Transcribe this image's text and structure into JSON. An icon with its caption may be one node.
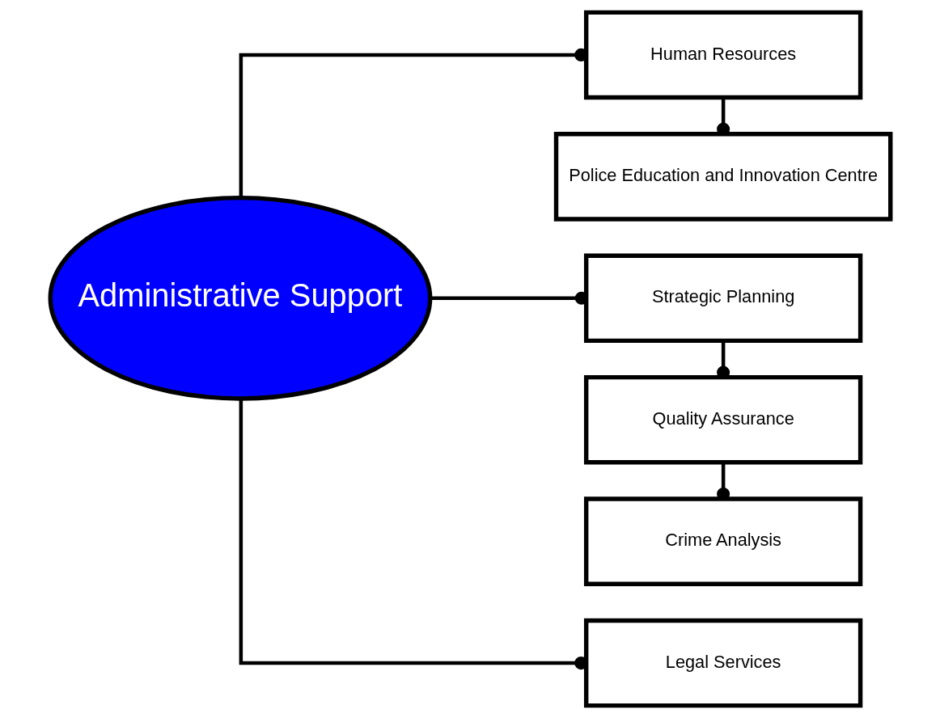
{
  "diagram": {
    "nodes": [
      {
        "text": [
          "Administrative Support"
        ]
      },
      {
        "text": [
          "Human Resources"
        ]
      },
      {
        "text": [
          "Police Education and Innovation Centre"
        ]
      },
      {
        "text": [
          "Strategic Planning"
        ]
      },
      {
        "text": [
          "Quality Assurance"
        ]
      },
      {
        "text": [
          "Crime Analysis"
        ]
      },
      {
        "text": [
          "Legal Services"
        ]
      }
    ],
    "edges": [
      {
        "from": 0,
        "to": 1,
        "arrow": "other"
      },
      {
        "from": 1,
        "to": 2,
        "arrow": "other"
      },
      {
        "from": 0,
        "to": 3,
        "arrow": "other"
      },
      {
        "from": 3,
        "to": 4,
        "arrow": "other"
      },
      {
        "from": 4,
        "to": 5,
        "arrow": "other"
      },
      {
        "from": 0,
        "to": 6,
        "arrow": "other"
      }
    ]
  }
}
